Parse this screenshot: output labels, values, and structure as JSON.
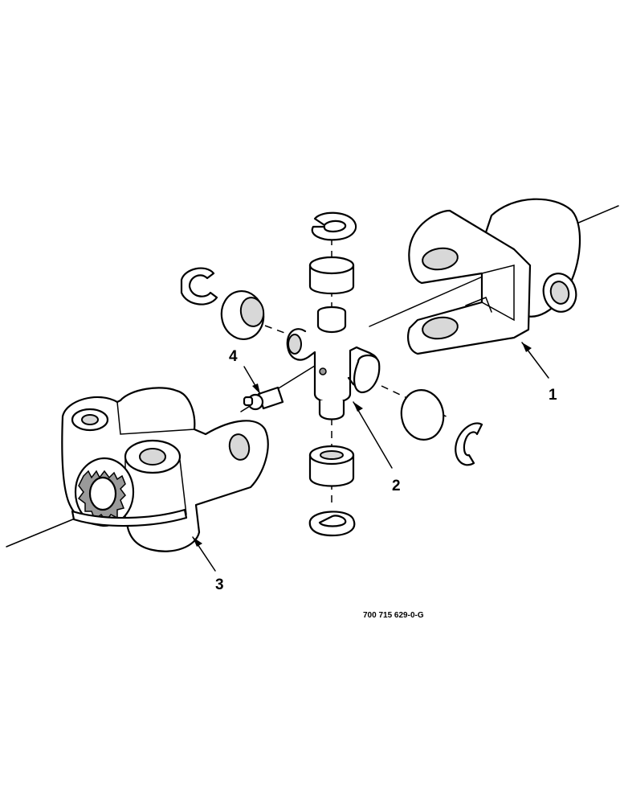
{
  "callouts": [
    {
      "label": "1"
    },
    {
      "label": "2"
    },
    {
      "label": "3"
    },
    {
      "label": "4"
    }
  ],
  "figure_code": "700 715 629-0-G",
  "colors": {
    "ink": "#000000",
    "paper": "#ffffff",
    "shade": "#d8d8d8"
  }
}
